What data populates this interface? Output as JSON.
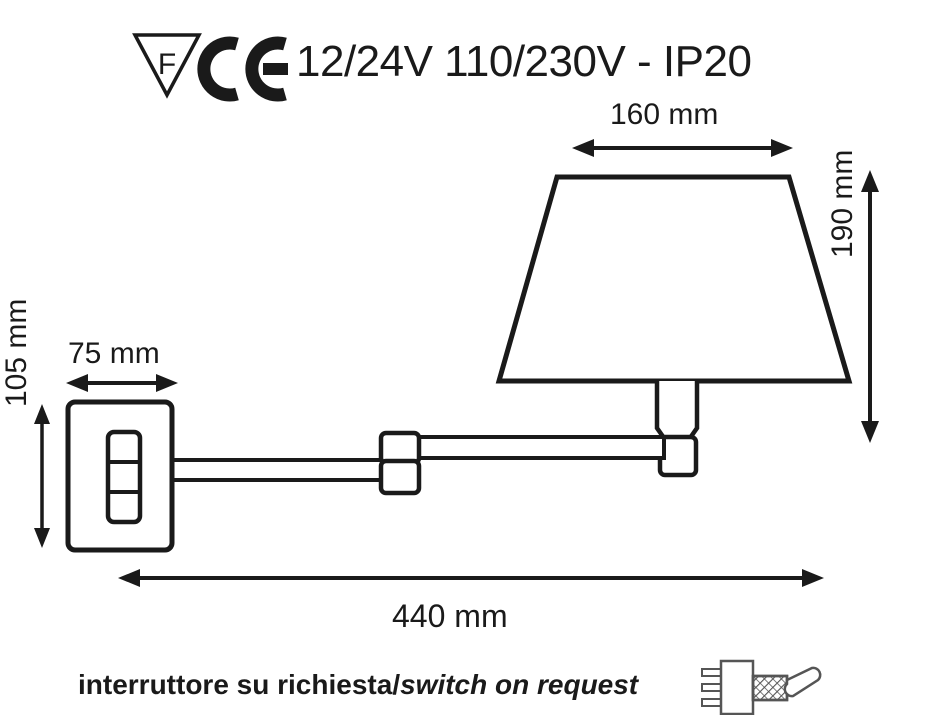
{
  "drawing": {
    "title": "wall lamp technical dimension drawing",
    "stroke_color": "#1a1a1a",
    "fill_color": "#ffffff",
    "background": "#ffffff"
  },
  "marks": {
    "class_f_symbol": "F",
    "ce_mark": "CE"
  },
  "specs": {
    "line": "12/24V   110/230V - IP20",
    "low_voltage": "12/24V",
    "mains_voltage": "110/230V",
    "ip_rating": "IP20"
  },
  "dimensions": {
    "shade_top_width": "160 mm",
    "shade_height": "190 mm",
    "wall_plate_width": "75 mm",
    "wall_plate_height": "105 mm",
    "total_projection": "440 mm"
  },
  "footer": {
    "note_it": "interruttore su richiesta",
    "note_sep": "/",
    "note_en": "switch on request",
    "switch_icon": "toggle-switch-icon"
  }
}
